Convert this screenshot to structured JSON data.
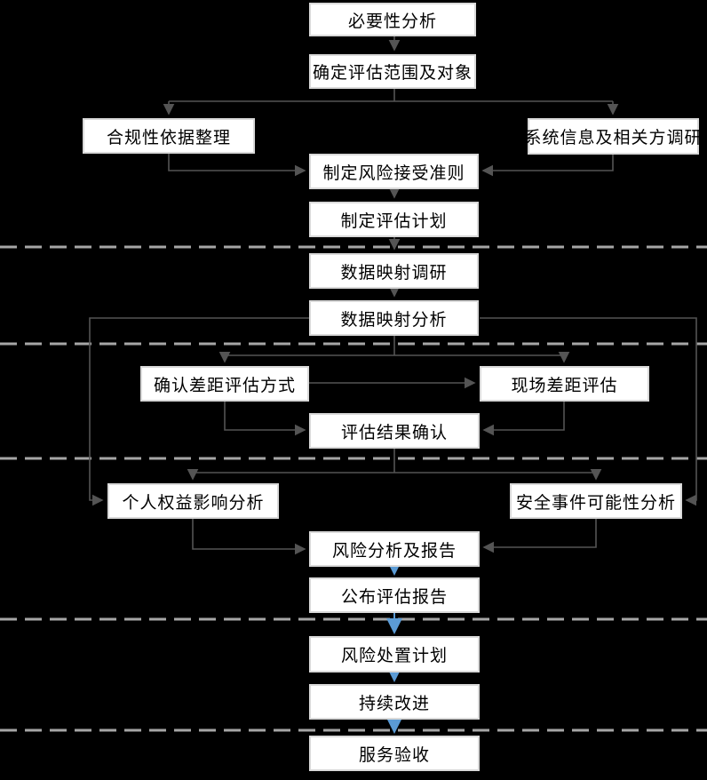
{
  "flowchart": {
    "background_color": "#000000",
    "box_fill_color": "#FFFFFF",
    "box_border_color": "#D9D9D9",
    "box_text_color": "#000000",
    "connector_color": "#545454",
    "highlight_arrow_color": "#5B9BD5",
    "phase_divider_color": "#A6A6A6",
    "nodes": [
      {
        "label": "必要性分析"
      },
      {
        "label": "确定评估范围及对象"
      },
      {
        "label": "合规性依据整理"
      },
      {
        "label": "系统信息及相关方调研"
      },
      {
        "label": "制定风险接受准则"
      },
      {
        "label": "制定评估计划"
      },
      {
        "label": "数据映射调研"
      },
      {
        "label": "数据映射分析"
      },
      {
        "label": "确认差距评估方式"
      },
      {
        "label": "现场差距评估"
      },
      {
        "label": "评估结果确认"
      },
      {
        "label": "个人权益影响分析"
      },
      {
        "label": "安全事件可能性分析"
      },
      {
        "label": "风险分析及报告"
      },
      {
        "label": "公布评估报告"
      },
      {
        "label": "风险处置计划"
      },
      {
        "label": "持续改进"
      },
      {
        "label": "服务验收"
      }
    ]
  }
}
